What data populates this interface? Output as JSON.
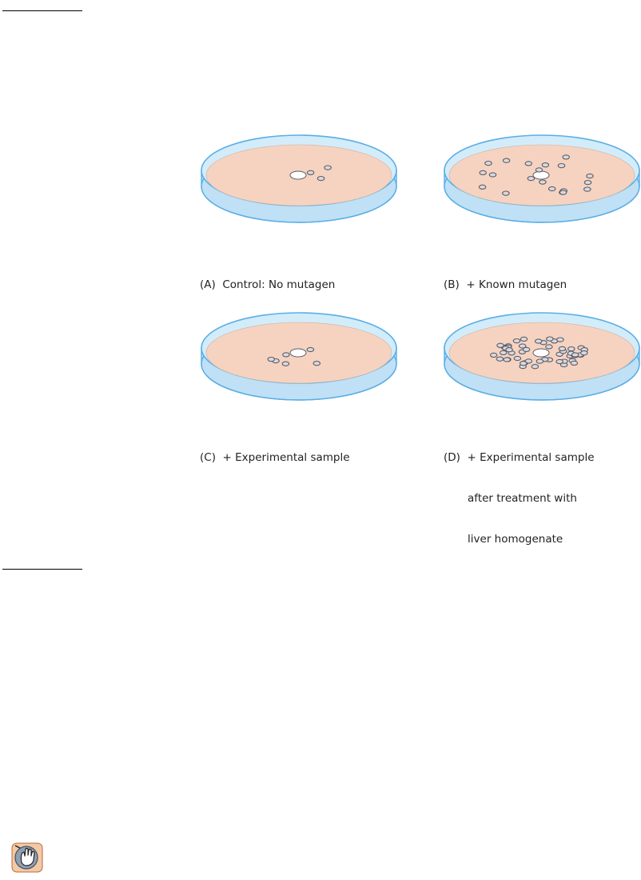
{
  "figure": {
    "panels": [
      {
        "id": "A",
        "caption_lines": [
          "(A)  Control: No mutagen"
        ],
        "colony_count": 3
      },
      {
        "id": "B",
        "caption_lines": [
          "(B)  + Known mutagen"
        ],
        "colony_count": 20
      },
      {
        "id": "C",
        "caption_lines": [
          "(C)  + Experimental sample"
        ],
        "colony_count": 6
      },
      {
        "id": "D",
        "caption_lines": [
          "(D)  + Experimental sample",
          "       after treatment with",
          "       liver homogenate"
        ],
        "colony_count": 50
      }
    ]
  },
  "colors": {
    "dish_rim": "#5aaee6",
    "dish_wall": "#bfe0f5",
    "dish_inner": "#d3ecfa",
    "agar": "#f6d3c0",
    "colony_fill": "#d9d9de",
    "colony_stroke": "#5b5b66"
  },
  "icons": {
    "nav": "hand-pointer-icon"
  }
}
